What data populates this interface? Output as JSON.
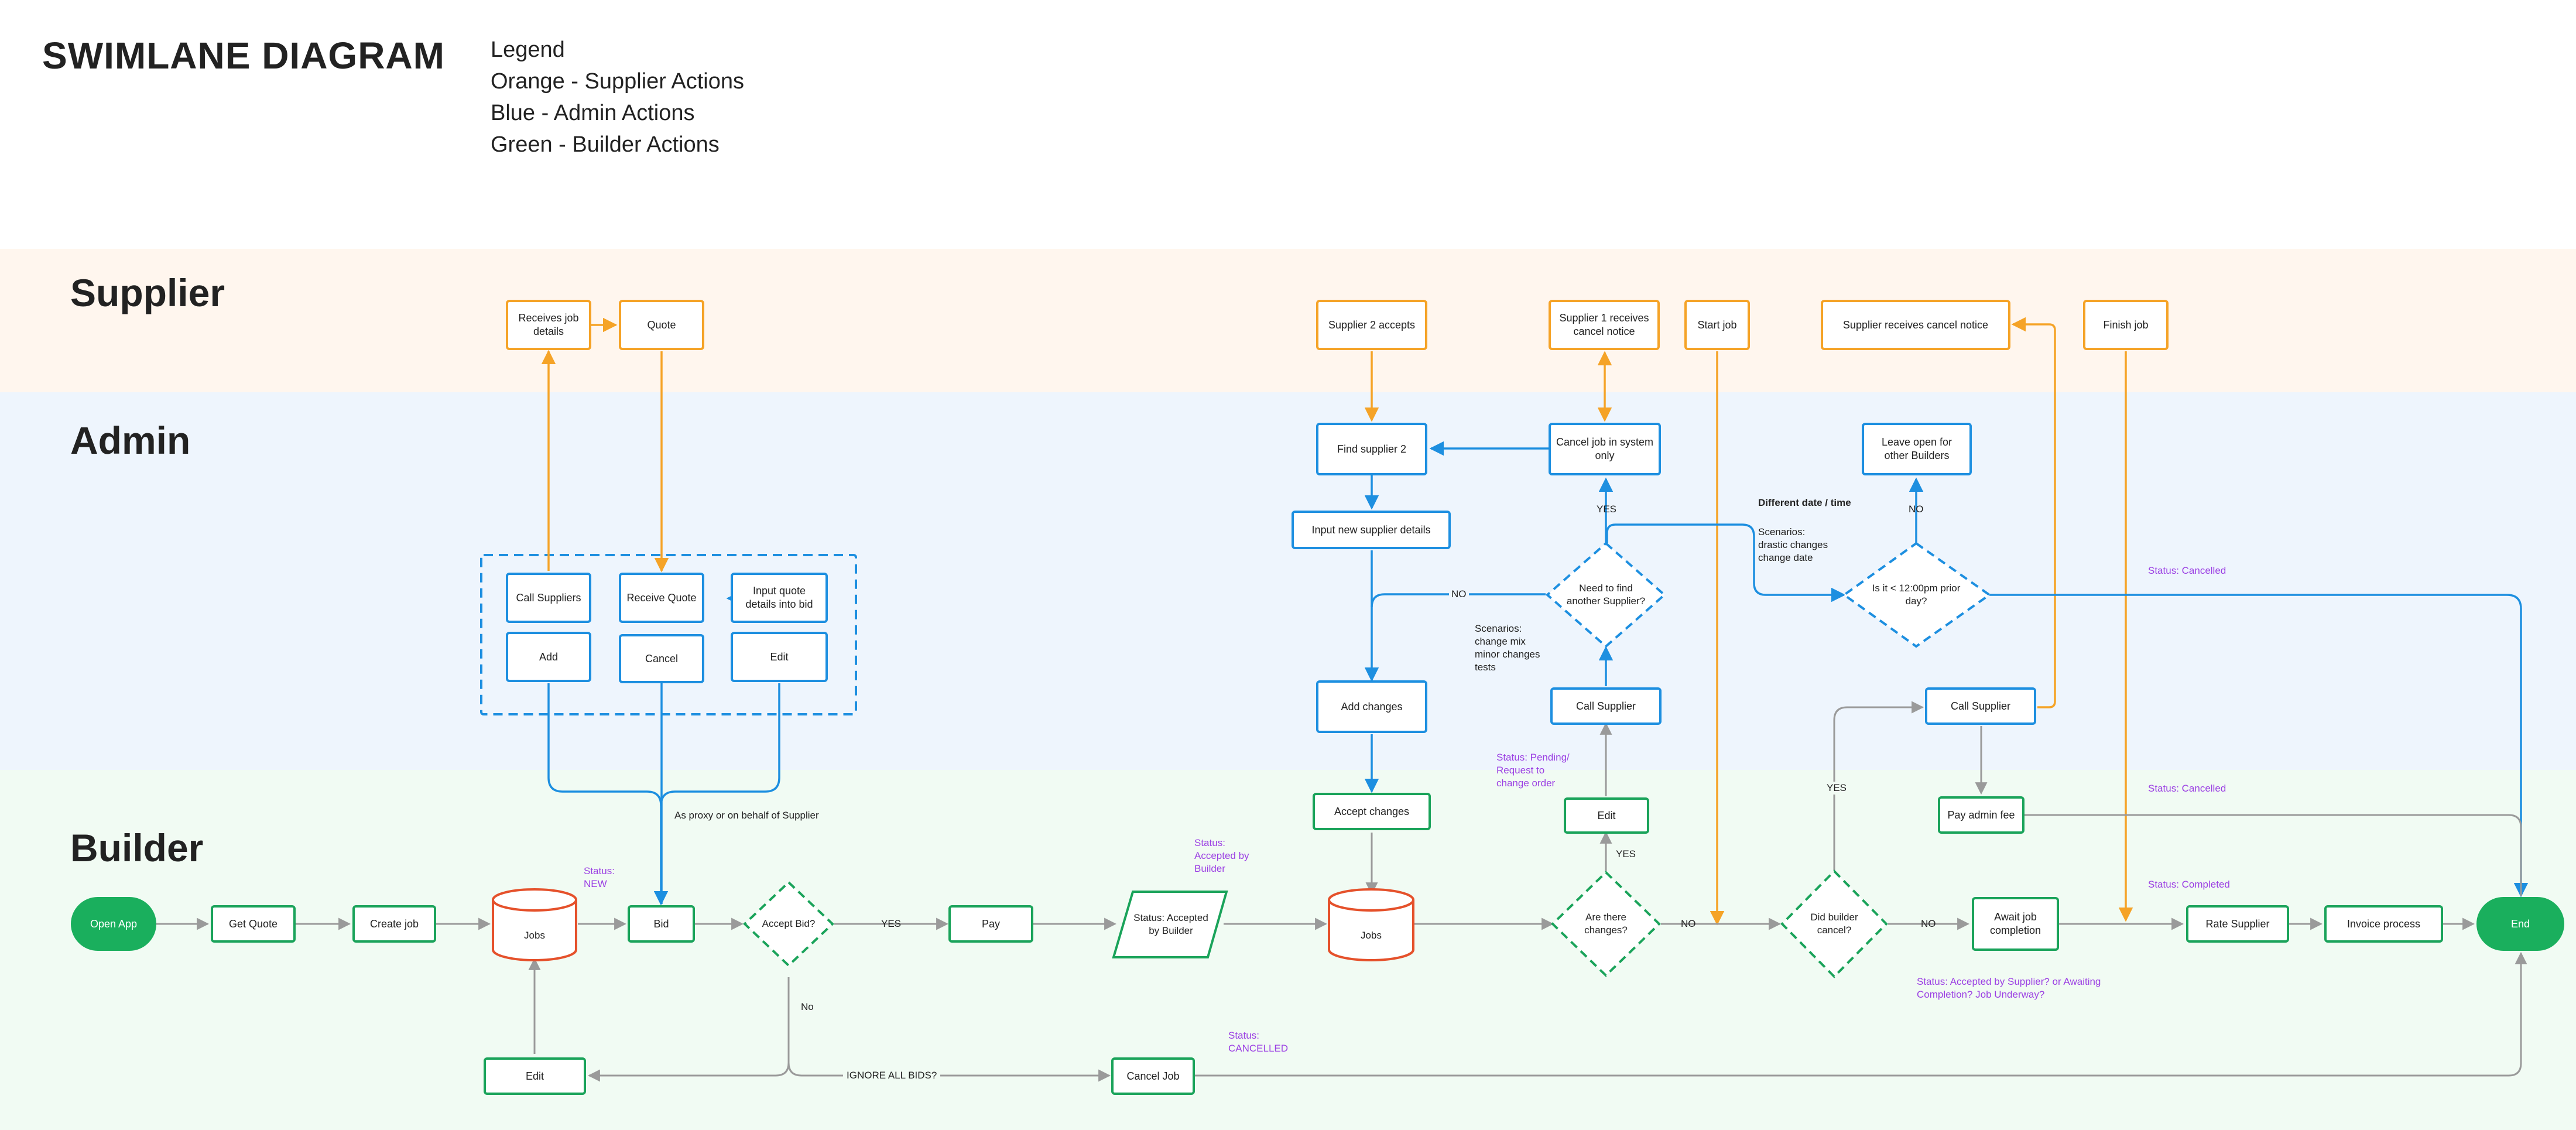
{
  "title": "SWIMLANE DIAGRAM",
  "legend": {
    "heading": "Legend",
    "items": [
      "Orange - Supplier Actions",
      "Blue - Admin Actions",
      "Green - Builder Actions"
    ]
  },
  "lanes": {
    "supplier": "Supplier",
    "admin": "Admin",
    "builder": "Builder"
  },
  "colors": {
    "supplier": "#f5a327",
    "admin": "#1d8fe0",
    "builder": "#1aa35a",
    "database": "#e5512b",
    "status": "#9b3fe3",
    "connector": "#9a9a9a"
  },
  "nodes": {
    "receives_job": "Receives job details",
    "quote": "Quote",
    "supplier2_accepts": "Supplier 2 accepts",
    "supplier1_cancel": "Supplier 1 receives cancel notice",
    "start_job": "Start job",
    "supplier_cancel_notice": "Supplier  receives cancel notice",
    "finish_job": "Finish job",
    "find_supplier2": "Find supplier 2",
    "cancel_system": "Cancel job in system only",
    "leave_open": "Leave open for other Builders",
    "input_supplier": "Input new supplier details",
    "call_suppliers": "Call Suppliers",
    "receive_quote": "Receive Quote",
    "input_quote": "Input quote details into bid",
    "add": "Add",
    "cancel": "Cancel",
    "edit_admin": "Edit",
    "add_changes": "Add changes",
    "call_supplier_1": "Call Supplier",
    "call_supplier_2": "Call Supplier",
    "accept_changes": "Accept changes",
    "edit_builder": "Edit",
    "pay_admin_fee": "Pay admin fee",
    "open_app": "Open App",
    "get_quote": "Get Quote",
    "create_job": "Create job",
    "jobs_1": "Jobs",
    "bid": "Bid",
    "pay": "Pay",
    "status_accepted": "Status: Accepted by Builder",
    "jobs_2": "Jobs",
    "await_completion": "Await job completion",
    "rate_supplier": "Rate Supplier",
    "invoice": "Invoice process",
    "end": "End",
    "edit_bottom": "Edit",
    "cancel_job": "Cancel Job"
  },
  "decisions": {
    "accept_bid": "Accept Bid?",
    "need_find": "Need to find another Supplier?",
    "is_it": "Is it < 12:00pm prior day?",
    "are_changes": "Are there changes?",
    "did_cancel": "Did builder cancel?"
  },
  "labels": {
    "yes_1": "YES",
    "no_1": "No",
    "ignore": "IGNORE ALL BIDS?",
    "no_2": "NO",
    "yes_2": "YES",
    "yes_3": "YES",
    "no_3": "NO",
    "no_4": "NO",
    "yes_4": "YES",
    "no_5": "NO",
    "proxy": "As proxy or on behalf of Supplier",
    "diff_date": "Different date / time",
    "scen_drastic": "Scenarios:\ndrastic changes\nchange date",
    "scen_minor": "Scenarios:\nchange mix\nminor changes\ntests"
  },
  "statuses": {
    "new": "Status:\nNEW",
    "accepted_builder": "Status:\nAccepted by\nBuilder",
    "cancelled_1": "Status:\nCANCELLED",
    "pending": "Status: Pending/\nRequest to\nchange order",
    "cancelled_2": "Status: Cancelled",
    "cancelled_3": "Status: Cancelled",
    "completed": "Status: Completed",
    "underway": "Status: Accepted by Supplier? or Awaiting\nCompletion? Job Underway?"
  }
}
